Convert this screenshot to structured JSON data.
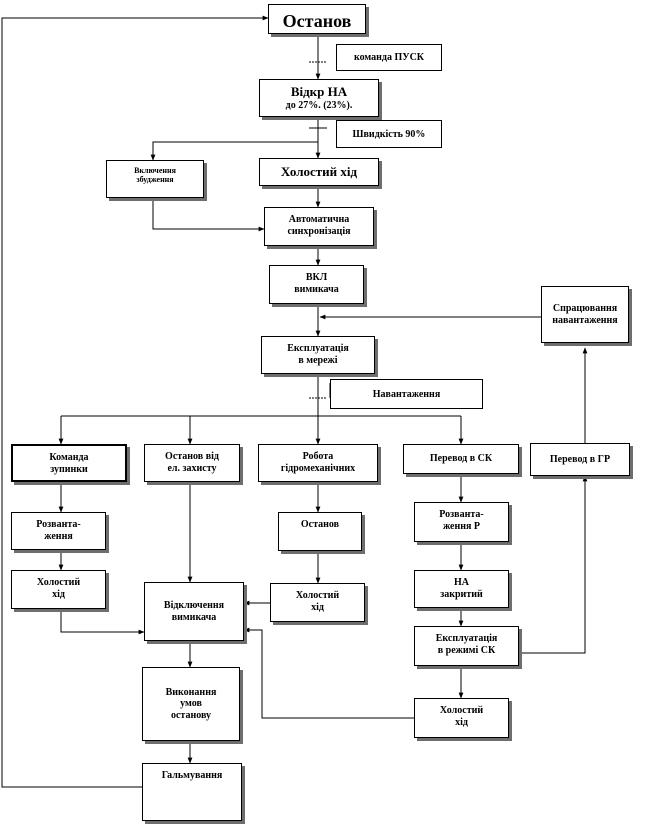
{
  "nodes": {
    "stop": {
      "line1": "Останов"
    },
    "open_na": {
      "line1": "Відкр НА",
      "line2": "до 27%. (23%)."
    },
    "excitation_on": {
      "line1": "Включення",
      "line2": "збудження"
    },
    "idle_top": {
      "line1": "Холостий хід"
    },
    "auto_sync": {
      "line1": "Автоматична",
      "line2": "синхронізація"
    },
    "breaker_on": {
      "line1": "ВКЛ",
      "line2": "вимикача"
    },
    "load_request": {
      "line1": "Спрацювання",
      "line2": "навантаження"
    },
    "grid_operation": {
      "line1": "Експлуатація",
      "line2": "в мережі"
    },
    "stop_command": {
      "line1": "Команда",
      "line2": "зупинки"
    },
    "stop_electrical": {
      "line1": "Останов від",
      "line2": "ел. захисту"
    },
    "hydromech": {
      "line1": "Робота",
      "line2": "гідромеханічних"
    },
    "to_sk": {
      "line1": "Перевод в СК"
    },
    "to_gr": {
      "line1": "Перевод в ГР"
    },
    "unload_left": {
      "line1": "Розванта-",
      "line2": "ження"
    },
    "stop_hydro": {
      "line1": "Останов"
    },
    "unload_p": {
      "line1": "Розванта-",
      "line2": "ження Р"
    },
    "idle_left": {
      "line1": "Холостий",
      "line2": "хід"
    },
    "idle_mid": {
      "line1": "Холостий",
      "line2": "хід"
    },
    "na_closed": {
      "line1": "НА",
      "line2": "закритий"
    },
    "breaker_off": {
      "line1": "Відключення",
      "line2": "вимикача"
    },
    "sk_operation": {
      "line1": "Експлуатація",
      "line2": "в режимі СК"
    },
    "stop_conditions": {
      "line1": "Виконання",
      "line2": "умов",
      "line3": "останову"
    },
    "idle_sk": {
      "line1": "Холостий",
      "line2": "хід"
    },
    "braking": {
      "line1": "Гальмування"
    }
  },
  "signals": {
    "start_command": "команда ПУСК",
    "speed": "Швидкість 90%",
    "loading": "Навантаження"
  }
}
